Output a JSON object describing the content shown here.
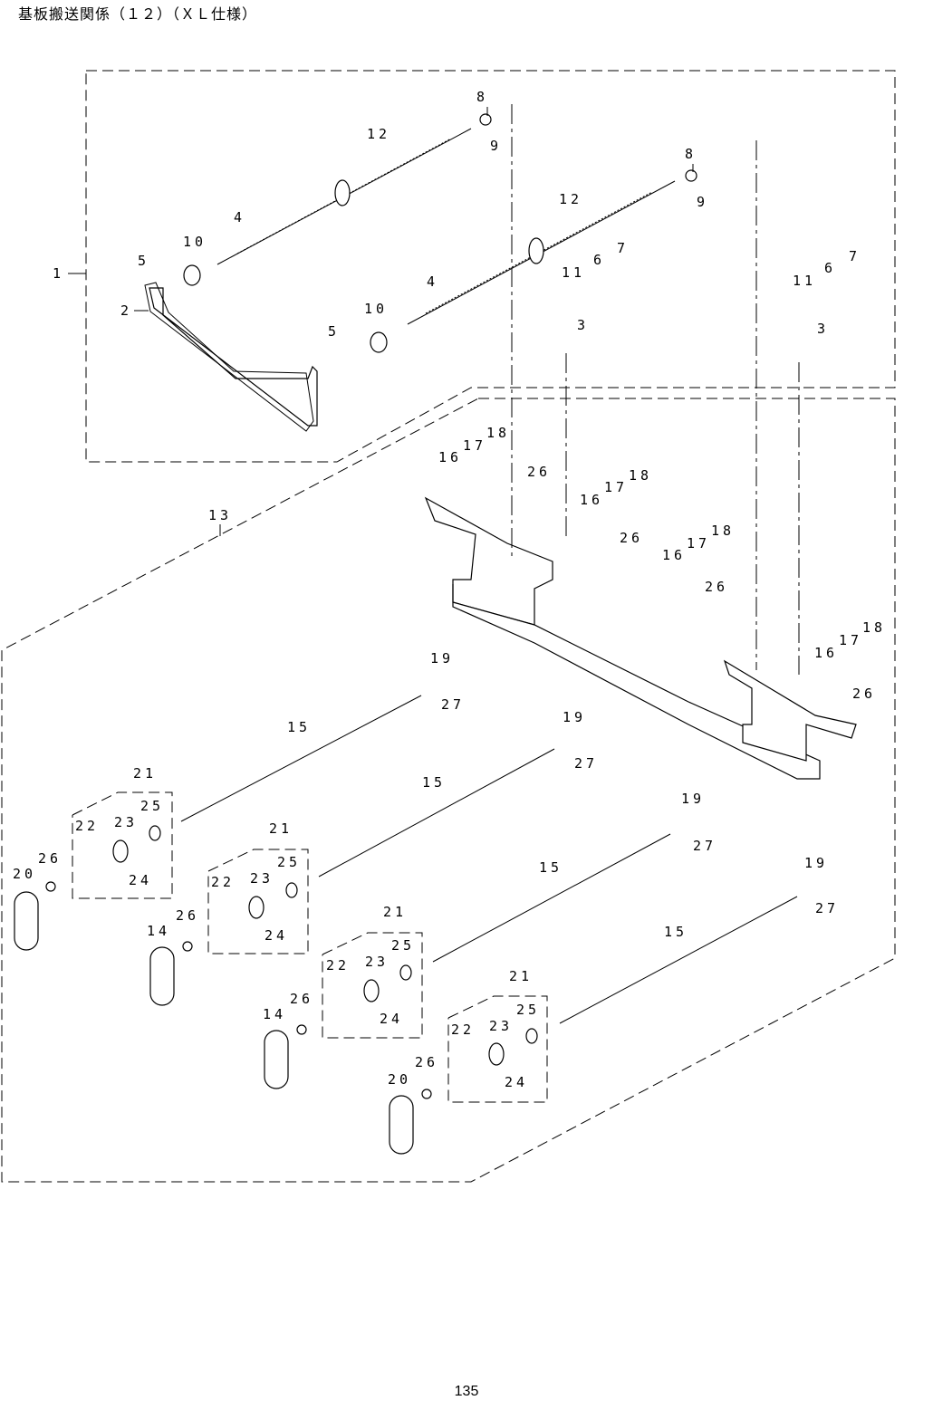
{
  "title": "基板搬送関係（１２）（ＸＬ仕様）",
  "page_number": "135",
  "callouts": {
    "c1": "1",
    "c2": "2",
    "c3a": "3",
    "c3b": "3",
    "c4a": "4",
    "c4b": "4",
    "c5a": "5",
    "c5b": "5",
    "c6a": "6",
    "c6b": "6",
    "c7a": "7",
    "c7b": "7",
    "c8a": "8",
    "c8b": "8",
    "c9a": "9",
    "c9b": "9",
    "c10a": "10",
    "c10b": "10",
    "c11a": "11",
    "c11b": "11",
    "c12a": "12",
    "c12b": "12",
    "c13": "13",
    "c14a": "14",
    "c14b": "14",
    "c15a": "15",
    "c15b": "15",
    "c15c": "15",
    "c15d": "15",
    "c16a": "16",
    "c16b": "16",
    "c16c": "16",
    "c16d": "16",
    "c17a": "17",
    "c17b": "17",
    "c17c": "17",
    "c17d": "17",
    "c18a": "18",
    "c18b": "18",
    "c18c": "18",
    "c18d": "18",
    "c19a": "19",
    "c19b": "19",
    "c19c": "19",
    "c19d": "19",
    "c20a": "20",
    "c20b": "20",
    "c21a": "21",
    "c21b": "21",
    "c21c": "21",
    "c21d": "21",
    "c22a": "22",
    "c22b": "22",
    "c22c": "22",
    "c22d": "22",
    "c23a": "23",
    "c23b": "23",
    "c23c": "23",
    "c23d": "23",
    "c24a": "24",
    "c24b": "24",
    "c24c": "24",
    "c24d": "24",
    "c25a": "25",
    "c25b": "25",
    "c25c": "25",
    "c25d": "25",
    "c26a": "26",
    "c26b": "26",
    "c26c": "26",
    "c26d": "26",
    "c26e": "26",
    "c26f": "26",
    "c26g": "26",
    "c26h": "26",
    "c27a": "27",
    "c27b": "27",
    "c27c": "27",
    "c27d": "27"
  }
}
